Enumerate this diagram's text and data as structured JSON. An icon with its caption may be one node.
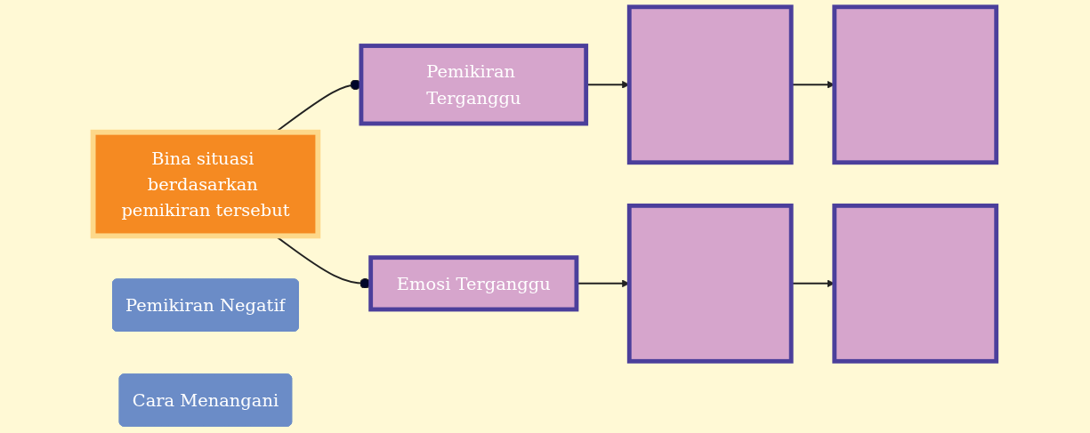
{
  "diagram": {
    "nodes": [
      {
        "text": [
          "Bina situasi berdasarkan pemikiran tersebut"
        ]
      },
      {
        "text": [
          "Pemikiran Terganggu"
        ]
      },
      {
        "text": [
          "Emosi Terganggu"
        ]
      },
      {
        "text": [
          "Pemikiran Negatif"
        ]
      },
      {
        "text": [],
        "shape": "box"
      },
      {
        "text": [],
        "shape": "box"
      },
      {
        "text": [
          "Cara Menangani"
        ]
      },
      {
        "text": [],
        "shape": "box"
      },
      {
        "text": [],
        "shape": "box"
      }
    ],
    "edges": [
      {
        "from": 0,
        "to": 1,
        "arrow": "other"
      },
      {
        "from": 0,
        "to": 2,
        "arrow": "other"
      },
      {
        "from": 1,
        "to": 4,
        "arrow": "to"
      },
      {
        "from": 4,
        "to": 7,
        "arrow": "to"
      },
      {
        "from": 2,
        "to": 5,
        "arrow": "to"
      },
      {
        "from": 5,
        "to": 8,
        "arrow": "to"
      }
    ]
  }
}
